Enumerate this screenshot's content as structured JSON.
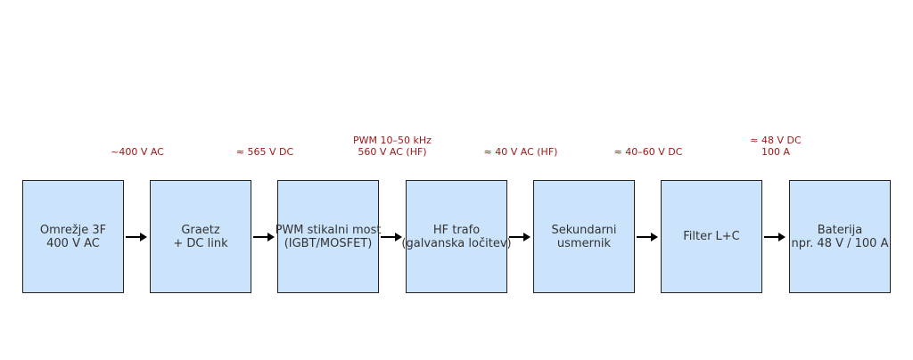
{
  "diagram": {
    "type": "block-flow",
    "blocks": [
      {
        "id": "grid",
        "text": "Omrežje 3F\n400 V AC"
      },
      {
        "id": "rectifier",
        "text": "Graetz\n+ DC link"
      },
      {
        "id": "pwm-bridge",
        "text": "PWM stikalni most\n(IGBT/MOSFET)"
      },
      {
        "id": "hf-transformer",
        "text": "HF trafo\n(galvanska ločitev)"
      },
      {
        "id": "secondary-rectifier",
        "text": "Sekundarni\nusmernik"
      },
      {
        "id": "filter",
        "text": "Filter L+C"
      },
      {
        "id": "battery",
        "text": "Baterija\nnpr. 48 V / 100 A"
      }
    ],
    "edge_labels": [
      "~400 V AC",
      "≈ 565 V DC",
      "PWM 10–50 kHz\n560 V AC (HF)",
      "≈ 40 V AC (HF)",
      "≈ 40–60 V DC",
      "≈ 48 V DC\n100 A"
    ],
    "colors": {
      "box_fill": "#cce4fb",
      "box_border": "#222222",
      "label": "#a01818",
      "arrow": "#000000"
    }
  }
}
